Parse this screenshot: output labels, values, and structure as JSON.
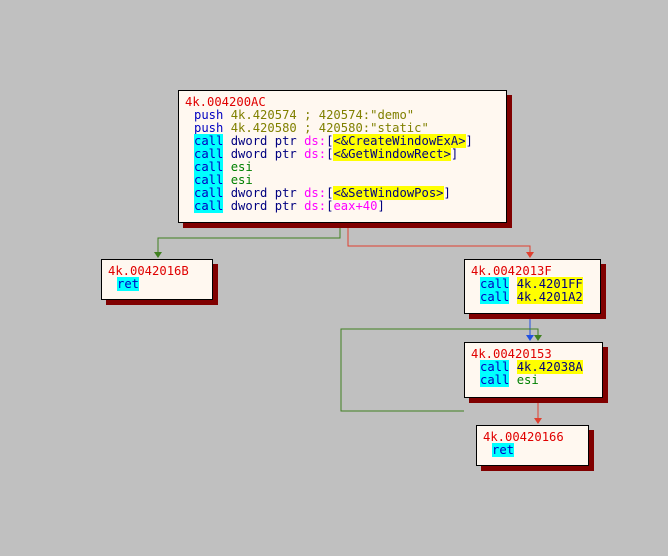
{
  "nodes": [
    {
      "title": "4k.004200AC",
      "lines": [
        {
          "mnemonic": "push",
          "operand": "4k.420574",
          "comment": " ; 420574:\"demo\""
        },
        {
          "mnemonic": "push",
          "operand": "4k.420580",
          "comment": " ; 420580:\"static\""
        },
        {
          "mnemonic": "call",
          "size": "dword ptr",
          "seg": "ds:",
          "target": "<&CreateWindowExA>"
        },
        {
          "mnemonic": "call",
          "size": "dword ptr",
          "seg": "ds:",
          "target": "<&GetWindowRect>"
        },
        {
          "mnemonic": "call",
          "register": "esi"
        },
        {
          "mnemonic": "call",
          "register": "esi"
        },
        {
          "mnemonic": "call",
          "size": "dword ptr",
          "seg": "ds:",
          "target": "<&SetWindowPos>"
        },
        {
          "mnemonic": "call",
          "size": "dword ptr",
          "seg": "ds:",
          "memref": "eax+40"
        }
      ]
    },
    {
      "title": "4k.0042016B",
      "lines": [
        {
          "mnemonic": "ret"
        }
      ]
    },
    {
      "title": "4k.0042013F",
      "lines": [
        {
          "mnemonic": "call",
          "target": "4k.4201FF"
        },
        {
          "mnemonic": "call",
          "target": "4k.4201A2"
        }
      ]
    },
    {
      "title": "4k.00420153",
      "lines": [
        {
          "mnemonic": "call",
          "target": "4k.42038A"
        },
        {
          "mnemonic": "call",
          "register": "esi"
        }
      ]
    },
    {
      "title": "4k.00420166",
      "lines": [
        {
          "mnemonic": "ret"
        }
      ]
    }
  ],
  "colors": {
    "background": "#c0c0c0",
    "edge_true": "#408020",
    "edge_false": "#e04030",
    "edge_jump": "#2050e0",
    "node_shadow": "#800000"
  }
}
